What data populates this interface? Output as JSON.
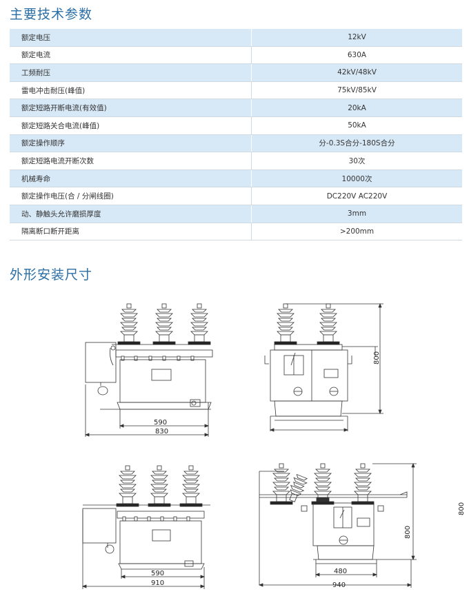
{
  "sections": {
    "specs_title": "主要技术参数",
    "drawings_title": "外形安装尺寸"
  },
  "specs": [
    {
      "name": "额定电压",
      "value": "12kV"
    },
    {
      "name": "额定电流",
      "value": "630A"
    },
    {
      "name": "工频耐压",
      "value": "42kV/48kV"
    },
    {
      "name": "雷电冲击耐压(峰值)",
      "value": "75kV/85kV"
    },
    {
      "name": "额定短路开断电流(有效值)",
      "value": "20kA"
    },
    {
      "name": "额定短路关合电流(峰值)",
      "value": "50kA"
    },
    {
      "name": "额定操作顺序",
      "value": "分-0.3S合分-180S合分"
    },
    {
      "name": "额定短路电流开断次数",
      "value": "30次"
    },
    {
      "name": "机械寿命",
      "value": "10000次"
    },
    {
      "name": "额定操作电压(合 / 分闸线圈)",
      "value": "DC220V AC220V"
    },
    {
      "name": "动、静触头允许磨损厚度",
      "value": "3mm"
    },
    {
      "name": "隔离断口断开距离",
      "value": ">200mm"
    }
  ],
  "drawings": {
    "d1": {
      "inner": "590",
      "outer": "830"
    },
    "d2": {
      "height": "800"
    },
    "d3": {
      "inner": "590",
      "outer": "910"
    },
    "d4": {
      "inner": "480",
      "outer": "940",
      "height": "800",
      "side": "800"
    }
  },
  "colors": {
    "title": "#2a6ea6",
    "row_shade": "#d7e8f6"
  }
}
